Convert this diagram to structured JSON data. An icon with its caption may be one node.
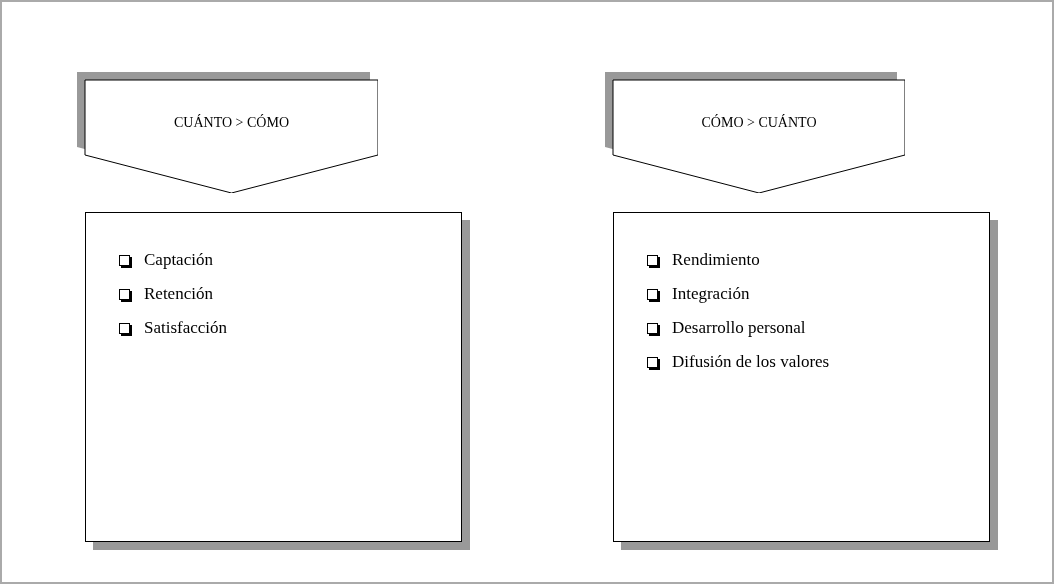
{
  "diagram": {
    "nodes": [
      {
        "text": [
          "CUÁNTO > CÓMO"
        ]
      },
      {
        "text": [
          "Captación",
          "Retención",
          "Satisfacción"
        ]
      },
      {
        "text": [
          "CÓMO > CUÁNTO"
        ]
      },
      {
        "text": [
          "Rendimiento",
          "Integración",
          "Desarrollo personal",
          "Difusión de los valores"
        ]
      }
    ],
    "edges": []
  }
}
